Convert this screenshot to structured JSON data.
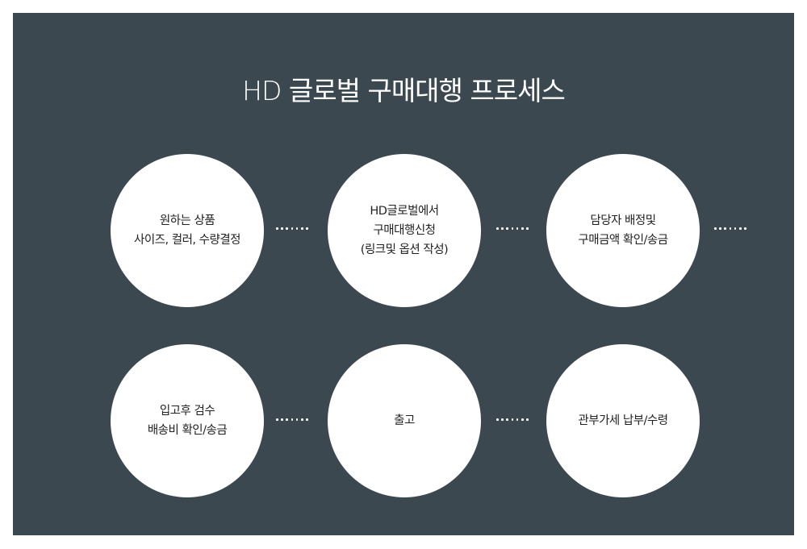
{
  "title": "HD 글로벌 구매대행 프로세스",
  "steps": [
    {
      "lines": [
        "원하는 상품",
        "사이즈, 컬러, 수량결정"
      ]
    },
    {
      "lines": [
        "HD글로벌에서",
        "구매대행신청",
        "(링크및 옵션 작성)"
      ]
    },
    {
      "lines": [
        "담당자 배정및",
        "구매금액 확인/송금"
      ]
    },
    {
      "lines": [
        "입고후 검수",
        "배송비 확인/송금"
      ]
    },
    {
      "lines": [
        "출고"
      ]
    },
    {
      "lines": [
        "관부가세 납부/수령"
      ]
    }
  ],
  "colors": {
    "background": "#3b4850",
    "circle": "#ffffff",
    "text": "#222222"
  }
}
